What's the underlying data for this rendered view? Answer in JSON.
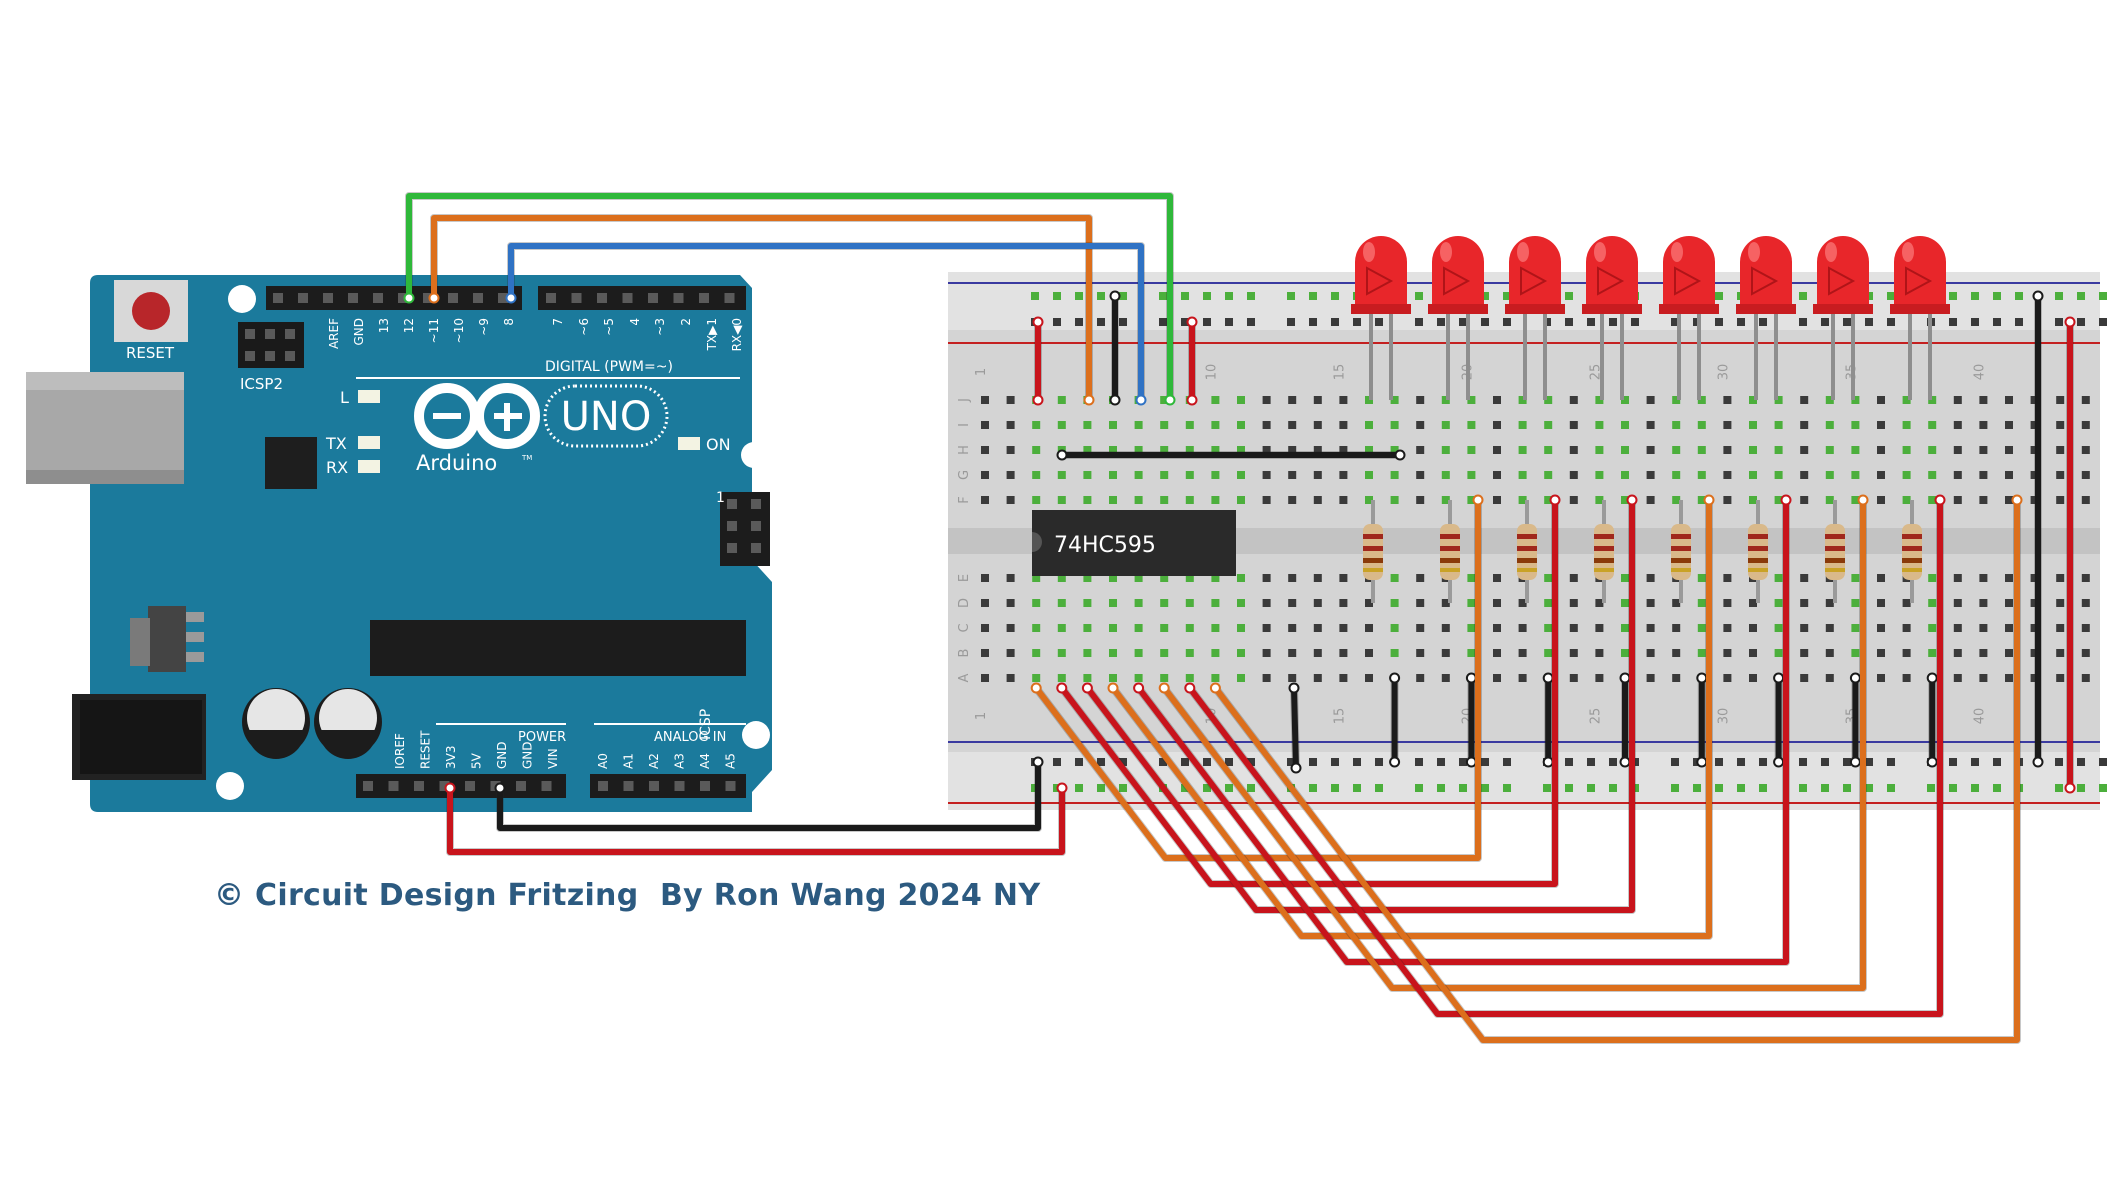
{
  "board": {
    "reset_label": "RESET",
    "icsp2_label": "ICSP2",
    "icsp_label": "ICSP",
    "uno_label": "UNO",
    "brand_label": "Arduino",
    "tm_label": "TM",
    "on_label": "ON",
    "l_label": "L",
    "tx_label": "TX",
    "rx_label": "RX",
    "digital_label": "DIGITAL (PWM=~)",
    "power_label": "POWER",
    "analog_label": "ANALOG IN",
    "icsp_pin_label": "1",
    "digital_pins": [
      "AREF",
      "GND",
      "13",
      "12",
      "~11",
      "~10",
      "~9",
      "8",
      "7",
      "~6",
      "~5",
      "4",
      "~3",
      "2",
      "TX▶1",
      "RX◀0"
    ],
    "power_pins": [
      "IOREF",
      "RESET",
      "3V3",
      "5V",
      "GND",
      "GND",
      "VIN"
    ],
    "analog_pins": [
      "A0",
      "A1",
      "A2",
      "A3",
      "A4",
      "A5"
    ]
  },
  "chip": {
    "label": "74HC595"
  },
  "breadboard": {
    "column_numbers": [
      "1",
      "10",
      "15",
      "20",
      "25",
      "30",
      "35",
      "40"
    ],
    "top_rows": [
      "J",
      "I",
      "H",
      "G",
      "F"
    ],
    "bottom_rows": [
      "E",
      "D",
      "C",
      "B",
      "A"
    ]
  },
  "leds": {
    "count": 8,
    "color": "#e8262a"
  },
  "resistors": {
    "count": 8
  },
  "wire_colors": {
    "green": "#2fb83a",
    "orange": "#dc6f1c",
    "blue": "#2f72c4",
    "red": "#c8141c",
    "black": "#1a1a1a"
  },
  "colors": {
    "board_blue": "#1b7a9c",
    "board_text": "#ffffff",
    "credit_text": "#2c5a80"
  },
  "credit": "© Circuit Design Fritzing  By Ron Wang 2024 NY"
}
